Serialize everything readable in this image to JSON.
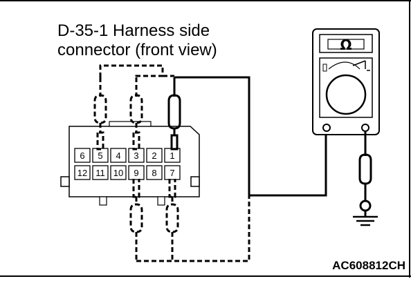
{
  "title": {
    "line1": "D-35-1 Harness side",
    "line2": "connector (front view)"
  },
  "figure_code": "AC608812CH",
  "connector": {
    "pins_top": [
      "6",
      "5",
      "4",
      "3",
      "2",
      "1"
    ],
    "pins_bottom": [
      "12",
      "11",
      "10",
      "9",
      "8",
      "7"
    ]
  },
  "meter": {
    "function_symbol": "Ω",
    "icon": "ohmmeter-icon"
  },
  "ground_icon": "ground-icon"
}
